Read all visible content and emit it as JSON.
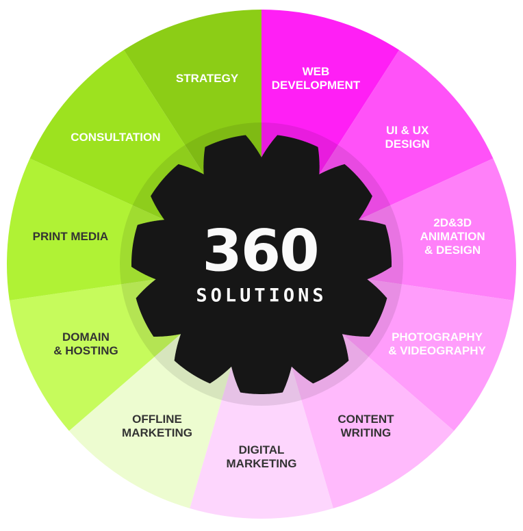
{
  "logo": {
    "number": "360",
    "subtitle": "SOLUTIONS"
  },
  "segments": [
    {
      "label": "WEB\nDEVELOPMENT",
      "color": "#ff1ff5",
      "text_color": "#ffffff"
    },
    {
      "label": "UI & UX\nDESIGN",
      "color": "#ff52f8",
      "text_color": "#ffffff"
    },
    {
      "label": "2D&3D\nANIMATION\n& DESIGN",
      "color": "#ff80f9",
      "text_color": "#ffffff"
    },
    {
      "label": "PHOTOGRAPHY\n& VIDEOGRAPHY",
      "color": "#ff9dfb",
      "text_color": "#ffffff"
    },
    {
      "label": "CONTENT\nWRITING",
      "color": "#ffbafc",
      "text_color": "#333333"
    },
    {
      "label": "DIGITAL\nMARKETING",
      "color": "#fdd6fd",
      "text_color": "#333333"
    },
    {
      "label": "OFFLINE\nMARKETING",
      "color": "#edfcd0",
      "text_color": "#333333"
    },
    {
      "label": "DOMAIN\n& HOSTING",
      "color": "#c6fb5c",
      "text_color": "#333333"
    },
    {
      "label": "PRINT MEDIA",
      "color": "#b0f235",
      "text_color": "#333333"
    },
    {
      "label": "CONSULTATION",
      "color": "#9de21f",
      "text_color": "#ffffff"
    },
    {
      "label": "STRATEGY",
      "color": "#8ccd16",
      "text_color": "#ffffff"
    }
  ],
  "gear_color": "#161616"
}
